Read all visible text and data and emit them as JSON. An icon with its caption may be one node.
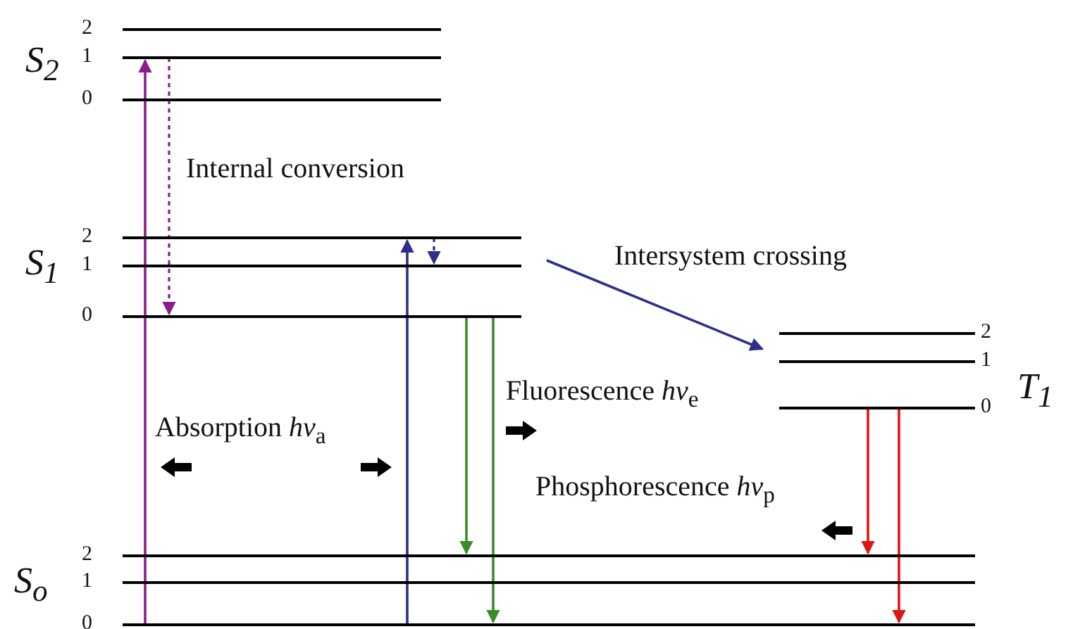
{
  "diagram": {
    "nodes": [
      {
        "text": [],
        "shape": "bar",
        "beside": [
          "2"
        ]
      },
      {
        "text": [],
        "shape": "bar",
        "beside": [
          "1"
        ]
      },
      {
        "text": [],
        "shape": "bar",
        "beside": [
          "0"
        ]
      },
      {
        "text": [],
        "shape": "bar",
        "beside": [
          "2"
        ]
      },
      {
        "text": [],
        "shape": "bar",
        "beside": [
          "1"
        ]
      },
      {
        "text": [],
        "shape": "bar",
        "beside": [
          "0"
        ]
      },
      {
        "text": [],
        "shape": "bar",
        "beside": [
          "2"
        ]
      },
      {
        "text": [],
        "shape": "bar",
        "beside": [
          "1"
        ]
      },
      {
        "text": [],
        "shape": "bar",
        "beside": [
          "0"
        ]
      },
      {
        "text": [],
        "shape": "bar",
        "beside": [
          "2"
        ]
      },
      {
        "text": [],
        "shape": "bar",
        "beside": [
          "1"
        ]
      },
      {
        "text": [],
        "shape": "bar",
        "beside": [
          "0"
        ]
      }
    ],
    "edges": [
      {
        "from": 11,
        "to": 1,
        "arrow": "to",
        "color": "#8b1c8b"
      },
      {
        "from": 1,
        "to": 5,
        "arrow": "to",
        "style": "dashed",
        "color": "#8b1c8b"
      },
      {
        "from": 11,
        "to": 3,
        "arrow": "to"
      },
      {
        "from": 3,
        "to": 4,
        "arrow": "to",
        "style": "dashed"
      },
      {
        "from": 4,
        "to": 6,
        "arrow": "to"
      },
      {
        "from": 5,
        "to": 9,
        "arrow": "to",
        "color": "#3a8c2a"
      },
      {
        "from": 5,
        "to": 11,
        "arrow": "to",
        "color": "#3a8c2a"
      },
      {
        "from": 8,
        "to": 9,
        "arrow": "to",
        "color": "#e01414"
      },
      {
        "from": 8,
        "to": 11,
        "arrow": "to",
        "color": "#e01414"
      }
    ],
    "labels": [
      "S$_{2}$",
      "Internal conversion",
      "S$_{1}$",
      "Intersystem crossing",
      "T$_{1}$",
      "Absorption *hν*$_{a}$",
      "Fluorescence *hν*$_{e}$",
      "Phosphorescence *hν*$_{p}$",
      "S$_{o}$"
    ]
  }
}
